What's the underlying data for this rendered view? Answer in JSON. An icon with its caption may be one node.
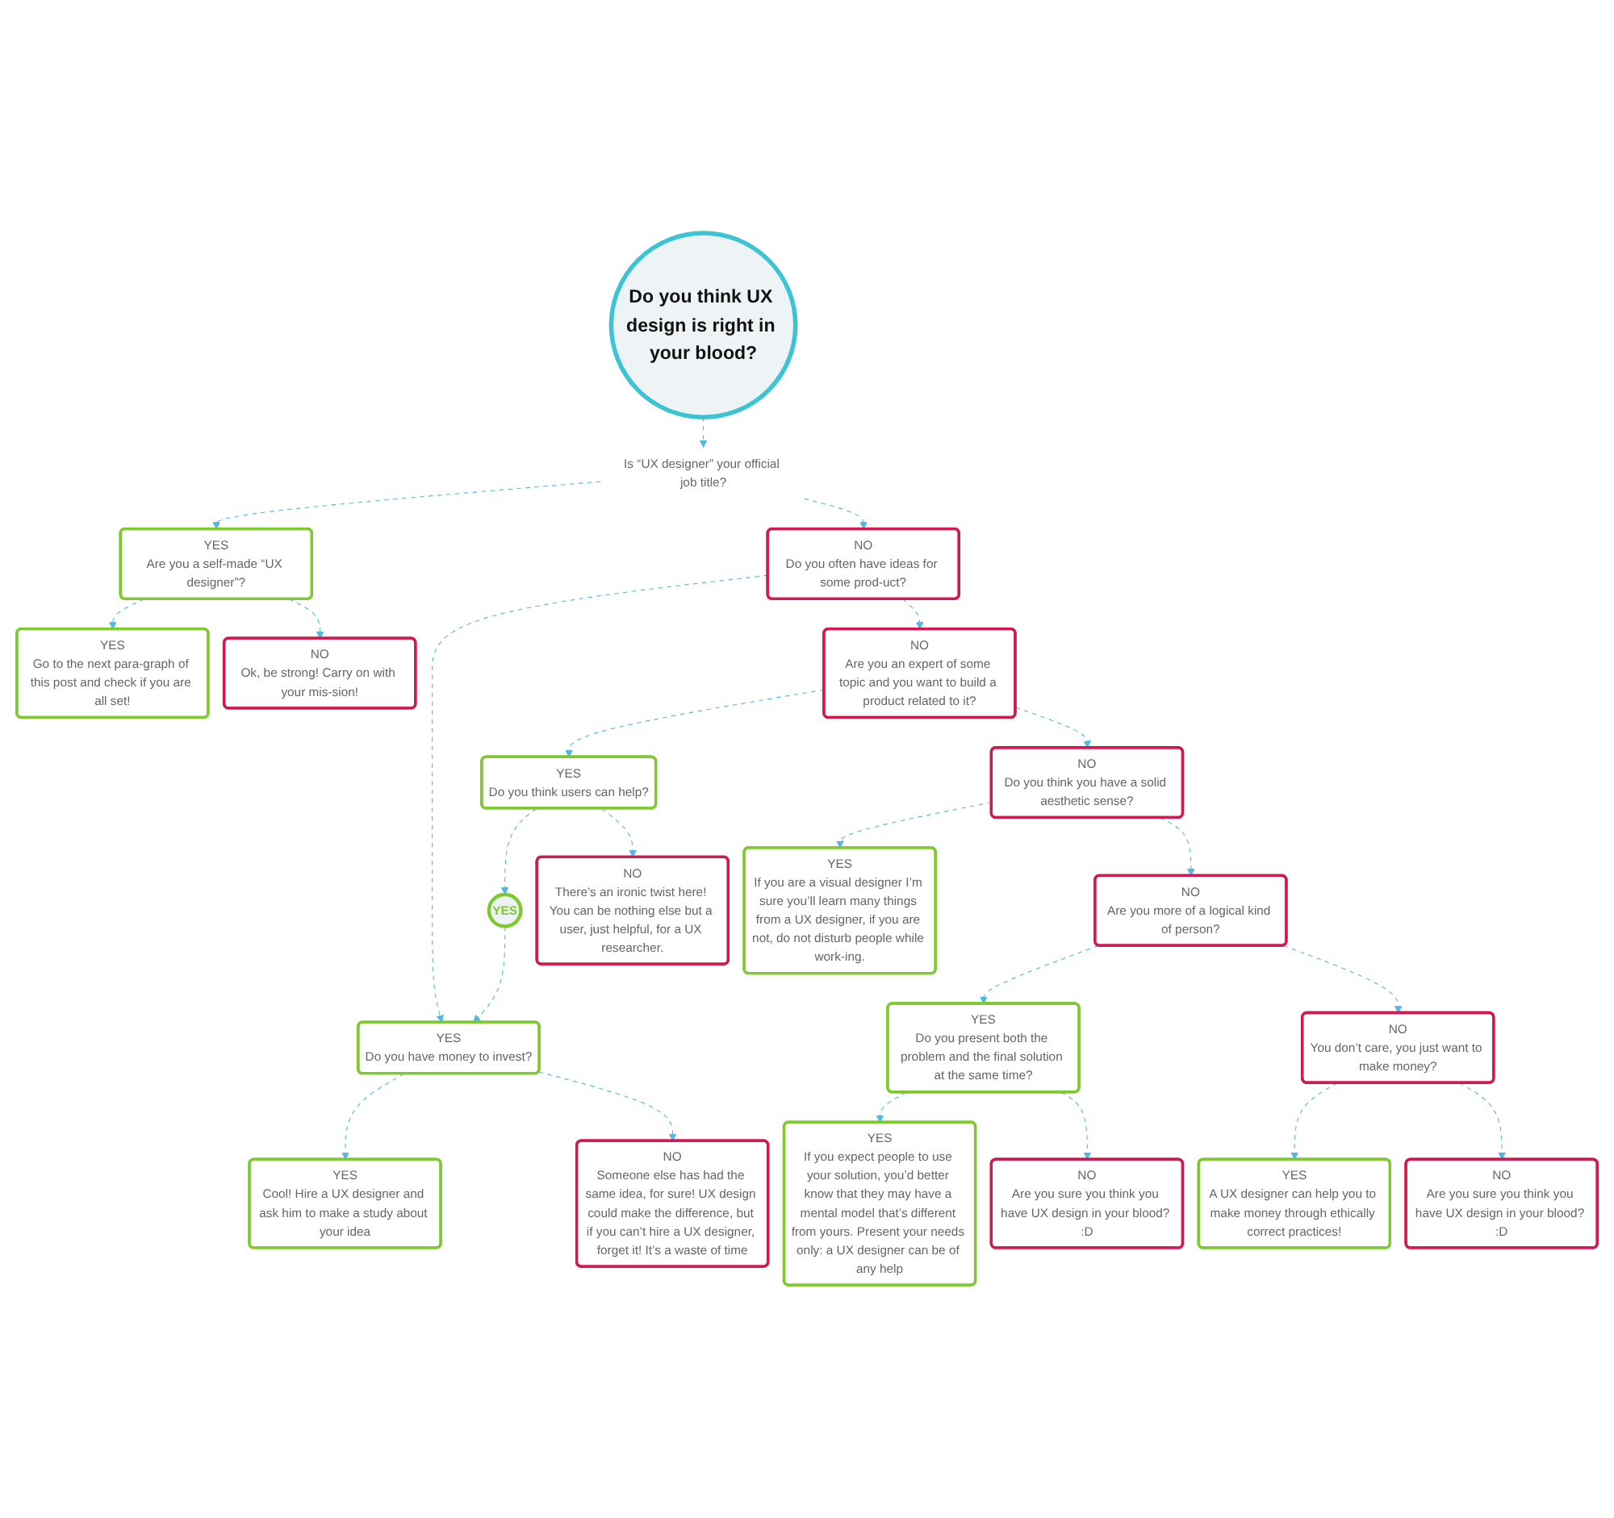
{
  "diagram": {
    "nodes": [
      {
        "text": [
          "Do you think UX design is right in your blood?"
        ]
      },
      {
        "text": [
          "Is “UX designer” your official job title?"
        ]
      },
      {
        "text": [
          "YES",
          "Are you a self-made “UX designer”?"
        ]
      },
      {
        "text": [
          "NO",
          "Do you often have ideas for some prod-uct?"
        ]
      },
      {
        "text": [
          "YES",
          "Go to the next para-graph of this post and check if you are all set!"
        ]
      },
      {
        "text": [
          "NO",
          "Ok, be strong! Carry on with your mis-sion!"
        ]
      },
      {
        "text": [
          "YES",
          "Do you have money to invest?"
        ]
      },
      {
        "text": [
          "NO",
          "Are you an expert of some topic and you want to build a product related to it?"
        ]
      },
      {
        "text": [
          "YES",
          "Cool! Hire a UX designer and ask him to make a study about your idea"
        ]
      },
      {
        "text": [
          "NO",
          "Someone else has had the same idea, for sure! UX design could make the difference, but if you can’t hire a UX designer, forget it! It’s a waste of time"
        ]
      },
      {
        "text": [
          "YES",
          "Do you think users can help?"
        ]
      },
      {
        "text": [
          "NO",
          "Do you think you have a solid aesthetic sense?"
        ]
      },
      {
        "text": [
          "YES"
        ]
      },
      {
        "text": [
          "NO",
          "There’s an ironic twist here! You can be nothing else but a user, just helpful, for a UX researcher."
        ]
      },
      {
        "text": [
          "YES",
          "If you are a visual designer I’m sure you’ll learn many things from a UX designer, if you are not, do not disturb people while work-ing."
        ]
      },
      {
        "text": [
          "NO",
          "Are you more of a logical kind of person?"
        ]
      },
      {
        "text": [
          "YES",
          "Do you present both the problem and the final solution at the same time?"
        ]
      },
      {
        "text": [
          "NO",
          "You don’t care, you just want to make money?"
        ]
      },
      {
        "text": [
          "YES",
          "If you expect people to use your solution, you’d better know that they may have a mental model that’s different from yours. Present your needs only: a UX designer can be of any help"
        ]
      },
      {
        "text": [
          "NO",
          "Are you sure you think you have UX design in your blood? :D"
        ]
      },
      {
        "text": [
          "YES",
          "A UX designer can help you to make money through ethically correct practices!"
        ]
      },
      {
        "text": [
          "NO",
          "Are you sure you think you have UX design in your blood? :D"
        ]
      }
    ],
    "edges": [
      {
        "from": 0,
        "to": 1,
        "arrow": "to",
        "style": "dashed"
      },
      {
        "from": 1,
        "to": 2,
        "arrow": "to",
        "style": "dashed"
      },
      {
        "from": 1,
        "to": 3,
        "arrow": "to",
        "style": "dashed"
      },
      {
        "from": 2,
        "to": 4,
        "arrow": "to",
        "style": "dashed"
      },
      {
        "from": 2,
        "to": 5,
        "arrow": "to",
        "style": "dashed"
      },
      {
        "from": 3,
        "to": 6,
        "arrow": "to",
        "style": "dashed"
      },
      {
        "from": 3,
        "to": 7,
        "arrow": "to",
        "style": "dashed"
      },
      {
        "from": 6,
        "to": 8,
        "arrow": "to",
        "style": "dashed"
      },
      {
        "from": 6,
        "to": 9,
        "arrow": "to",
        "style": "dashed"
      },
      {
        "from": 7,
        "to": 10,
        "arrow": "to",
        "style": "dashed"
      },
      {
        "from": 7,
        "to": 11,
        "arrow": "to",
        "style": "dashed"
      },
      {
        "from": 10,
        "to": 12,
        "arrow": "to",
        "style": "dashed"
      },
      {
        "from": 10,
        "to": 13,
        "arrow": "to",
        "style": "dashed"
      },
      {
        "from": 12,
        "to": 6,
        "arrow": "to",
        "style": "dashed"
      },
      {
        "from": 11,
        "to": 14,
        "arrow": "to",
        "style": "dashed"
      },
      {
        "from": 11,
        "to": 15,
        "arrow": "to",
        "style": "dashed"
      },
      {
        "from": 15,
        "to": 16,
        "arrow": "to",
        "style": "dashed"
      },
      {
        "from": 15,
        "to": 17,
        "arrow": "to",
        "style": "dashed"
      },
      {
        "from": 16,
        "to": 18,
        "arrow": "to",
        "style": "dashed"
      },
      {
        "from": 16,
        "to": 19,
        "arrow": "to",
        "style": "dashed"
      },
      {
        "from": 17,
        "to": 20,
        "arrow": "to",
        "style": "dashed"
      },
      {
        "from": 17,
        "to": 21,
        "arrow": "to",
        "style": "dashed"
      }
    ]
  }
}
